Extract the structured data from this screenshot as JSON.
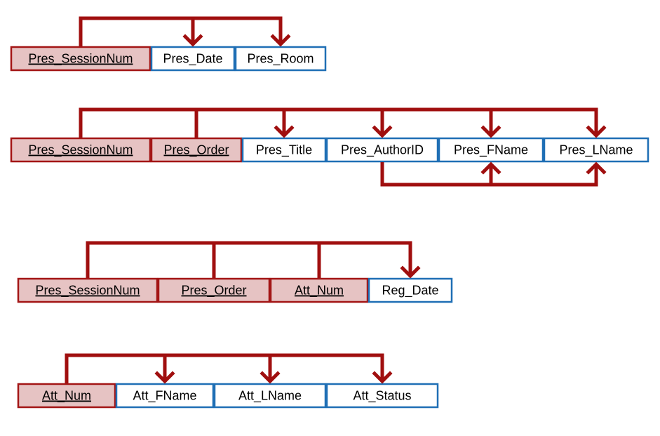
{
  "colors": {
    "key_fill": "#e6c3c3",
    "key_border": "#a31515",
    "attr_fill": "#ffffff",
    "attr_border": "#1f6fb5",
    "arrow": "#a00f0f"
  },
  "tables": [
    {
      "id": "presentation-session",
      "fields": [
        {
          "label": "Pres_SessionNum",
          "key": true
        },
        {
          "label": "Pres_Date",
          "key": false
        },
        {
          "label": "Pres_Room",
          "key": false
        }
      ]
    },
    {
      "id": "presentation",
      "fields": [
        {
          "label": "Pres_SessionNum",
          "key": true
        },
        {
          "label": "Pres_Order",
          "key": true
        },
        {
          "label": "Pres_Title",
          "key": false
        },
        {
          "label": "Pres_AuthorID",
          "key": false
        },
        {
          "label": "Pres_FName",
          "key": false
        },
        {
          "label": "Pres_LName",
          "key": false
        }
      ]
    },
    {
      "id": "registration",
      "fields": [
        {
          "label": "Pres_SessionNum",
          "key": true
        },
        {
          "label": "Pres_Order",
          "key": true
        },
        {
          "label": "Att_Num",
          "key": true
        },
        {
          "label": "Reg_Date",
          "key": false
        }
      ]
    },
    {
      "id": "attendee",
      "fields": [
        {
          "label": "Att_Num",
          "key": true
        },
        {
          "label": "Att_FName",
          "key": false
        },
        {
          "label": "Att_LName",
          "key": false
        },
        {
          "label": "Att_Status",
          "key": false
        }
      ]
    }
  ],
  "dependencies": [
    {
      "table": "presentation-session",
      "determinant": [
        "Pres_SessionNum"
      ],
      "dependents": [
        "Pres_Date",
        "Pres_Room"
      ]
    },
    {
      "table": "presentation",
      "determinant": [
        "Pres_SessionNum",
        "Pres_Order"
      ],
      "dependents": [
        "Pres_Title",
        "Pres_AuthorID",
        "Pres_FName",
        "Pres_LName"
      ]
    },
    {
      "table": "presentation",
      "determinant": [
        "Pres_AuthorID"
      ],
      "dependents": [
        "Pres_FName",
        "Pres_LName"
      ]
    },
    {
      "table": "registration",
      "determinant": [
        "Pres_SessionNum",
        "Pres_Order",
        "Att_Num"
      ],
      "dependents": [
        "Reg_Date"
      ]
    },
    {
      "table": "attendee",
      "determinant": [
        "Att_Num"
      ],
      "dependents": [
        "Att_FName",
        "Att_LName",
        "Att_Status"
      ]
    }
  ]
}
